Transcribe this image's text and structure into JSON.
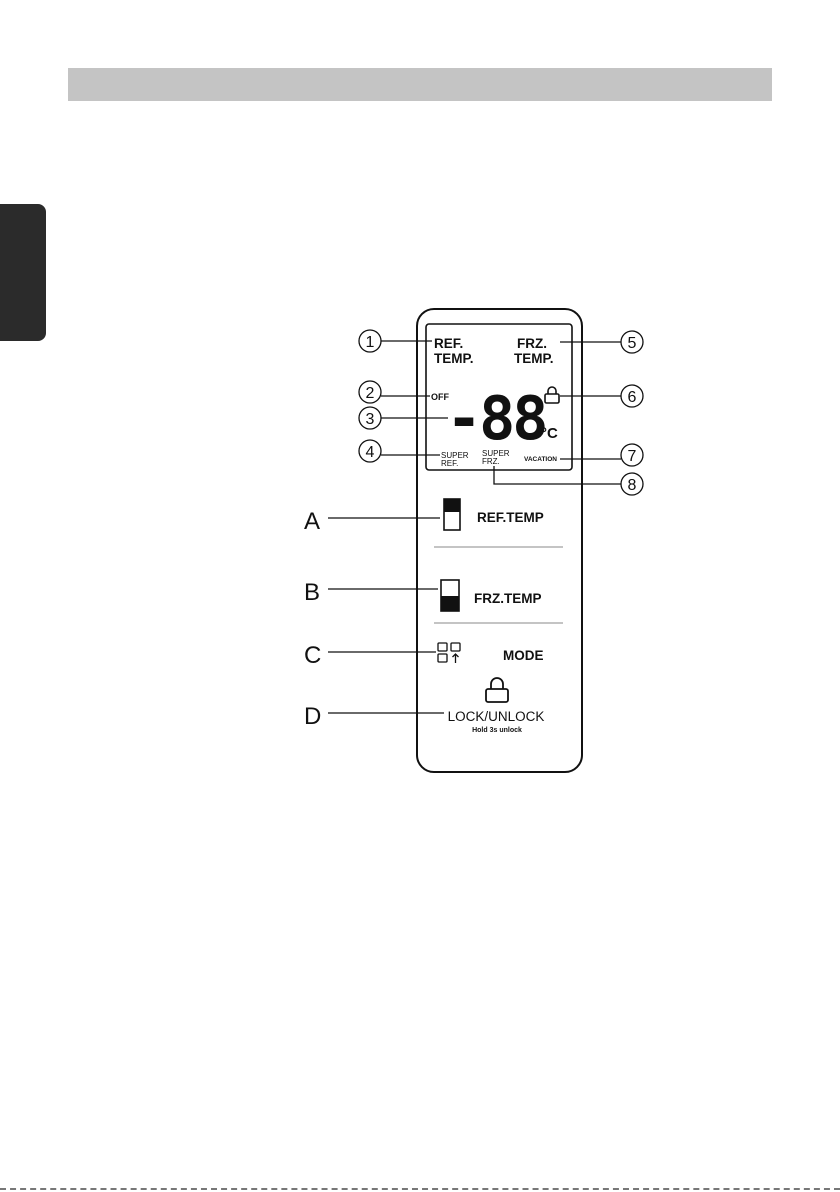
{
  "display": {
    "ref_label_line1": "REF.",
    "ref_label_line2": "TEMP.",
    "frz_label_line1": "FRZ.",
    "frz_label_line2": "TEMP.",
    "off_label": "OFF",
    "digits": "-88",
    "unit": "°C",
    "super_ref_line1": "SUPER",
    "super_ref_line2": "REF.",
    "super_frz_line1": "SUPER",
    "super_frz_line2": "FRZ.",
    "vacation_label": "VACATION"
  },
  "callouts": {
    "numbered": [
      "1",
      "2",
      "3",
      "4",
      "5",
      "6",
      "7",
      "8"
    ],
    "lettered": [
      "A",
      "B",
      "C",
      "D"
    ]
  },
  "buttons": {
    "ref_temp": "REF.TEMP",
    "frz_temp": "FRZ.TEMP",
    "mode": "MODE",
    "lock_unlock": "LOCK/UNLOCK",
    "lock_hint": "Hold 3s unlock"
  },
  "icons": [
    "fridge-top-filled-icon",
    "fridge-bottom-filled-icon",
    "mode-grid-icon",
    "padlock-icon"
  ]
}
